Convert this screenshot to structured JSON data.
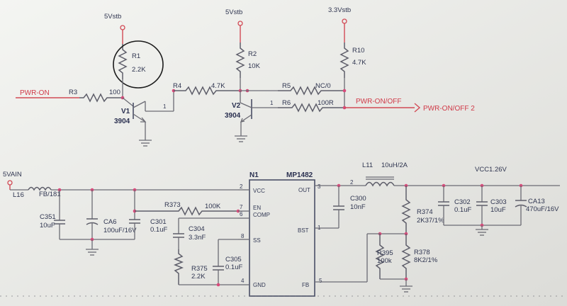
{
  "labels": {
    "r1_pwr": "5Vstb",
    "r2_pwr": "5Vstb",
    "r10_pwr": "3.3Vstb",
    "r1": "R1",
    "r1_val": "2.2K",
    "r2": "R2",
    "r2_val": "10K",
    "r10": "R10",
    "r10_val": "4.7K",
    "pwr_on": "PWR-ON",
    "r3": "R3",
    "r3_val": "100",
    "r4": "R4",
    "r4_val": "4.7K",
    "r5": "R5",
    "r5_val": "NC/0",
    "r6": "R6",
    "r6_val": "100R",
    "v1": "V1",
    "v1_val": "3904",
    "v1_pin": "1",
    "v2": "V2",
    "v2_val": "3904",
    "v2_pin": "1",
    "pwr_onoff_net": "PWR-ON/OFF",
    "pwr_onoff_out": "PWR-ON/OFF  2",
    "vain": "5VAIN",
    "l16": "L16",
    "fb": "FB/181",
    "c351": "C351",
    "c351_val": "10uF",
    "ca6": "CA6",
    "ca6_val": "100uF/16V",
    "c301": "C301",
    "c301_val": "0.1uF",
    "c304": "C304",
    "c304_val": "3.3nF",
    "r373": "R373",
    "r373_val": "100K",
    "r375": "R375",
    "r375_val": "2.2K",
    "c305": "C305",
    "c305_val": "0.1uF",
    "n1": "N1",
    "ic": "MP1482",
    "pin_vcc": "VCC",
    "pin_en": "EN",
    "pin_comp": "COMP",
    "pin_ss": "SS",
    "pin_gnd": "GND",
    "pin_out": "OUT",
    "pin_bst": "BST",
    "pin_fb": "FB",
    "pn_2": "2",
    "pn_7": "7",
    "pn_6": "6",
    "pn_8": "8",
    "pn_4": "4",
    "pn_3": "3",
    "pn_1": "1",
    "pn_5": "5",
    "out_pin2": "2",
    "l11": "L11",
    "l11_val": "10uH/2A",
    "c300": "C300",
    "c300_val": "10nF",
    "vcc126": "VCC1.26V",
    "r374": "R374",
    "r374_val": "2K37/1%",
    "r395": "R395",
    "r395_val": "100k",
    "r378": "R378",
    "r378_val": "8K2/1%",
    "c302": "C302",
    "c302_val": "0.1uF",
    "c303": "C303",
    "c303_val": "10uF",
    "ca13": "CA13",
    "ca13_val": "470uF/16V"
  },
  "colors": {
    "wire": "#6b6b74",
    "net_red": "#d24a55",
    "junction": "#d84a7a",
    "text": "#2f3550",
    "highlight_circle": "#1b1b1b"
  }
}
